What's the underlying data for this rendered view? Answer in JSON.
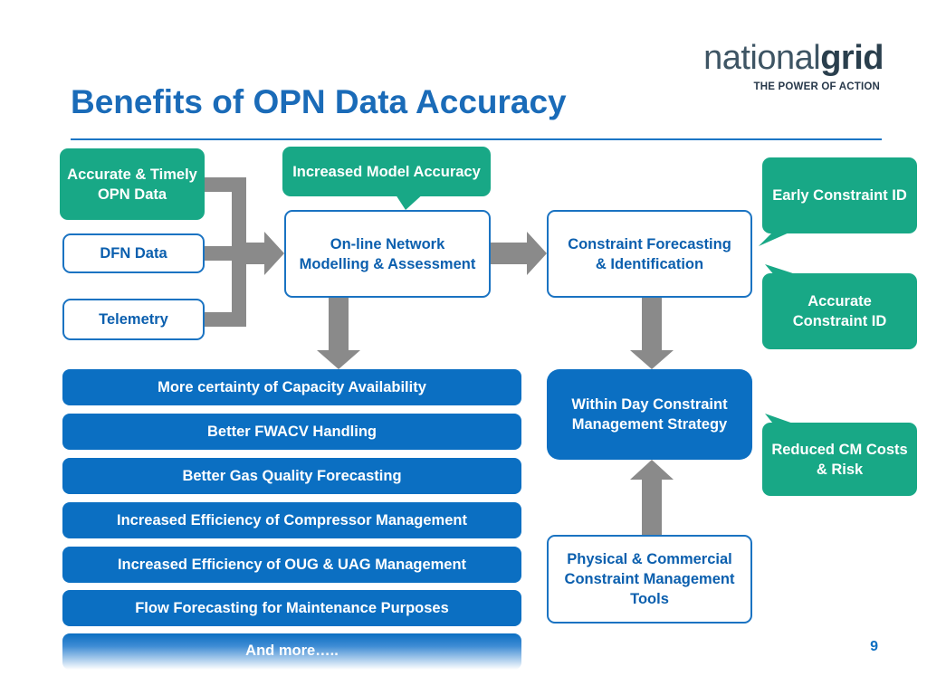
{
  "header": {
    "title": "Benefits of OPN Data Accuracy",
    "logo_word_regular": "national",
    "logo_word_bold": "grid",
    "logo_tagline": "THE POWER OF ACTION"
  },
  "inputs": {
    "accurate_opn": "Accurate & Timely OPN Data",
    "dfn_data": "DFN Data",
    "telemetry": "Telemetry"
  },
  "callouts": {
    "increased_model_accuracy": "Increased Model Accuracy",
    "early_constraint_id": "Early Constraint ID",
    "accurate_constraint_id": "Accurate Constraint ID",
    "reduced_cm_costs": "Reduced CM Costs & Risk"
  },
  "process": {
    "online_network": "On-line Network Modelling & Assessment",
    "constraint_forecasting": "Constraint Forecasting & Identification",
    "within_day": "Within Day Constraint Management Strategy",
    "physical_commercial": "Physical & Commercial Constraint Management Tools"
  },
  "benefits": [
    "More certainty of Capacity Availability",
    "Better FWACV Handling",
    "Better Gas Quality Forecasting",
    "Increased Efficiency of Compressor Management",
    "Increased Efficiency of OUG & UAG Management",
    "Flow Forecasting for Maintenance Purposes",
    "And more….."
  ],
  "footer": {
    "page_number": "9"
  },
  "colors": {
    "title_blue": "#1a6bb8",
    "green": "#18a886",
    "blue": "#0b6fc2",
    "arrow_gray": "#8a8a8a"
  }
}
